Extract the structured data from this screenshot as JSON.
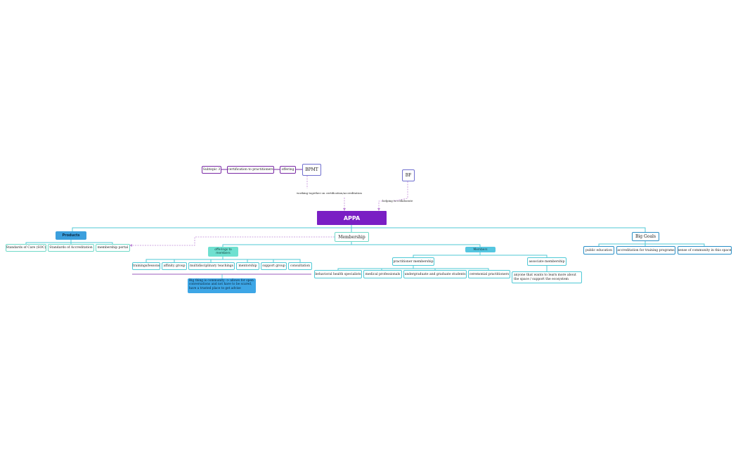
{
  "mindmap": {
    "root": "APPA",
    "products": {
      "label": "Products",
      "children": [
        "Standards of Care (SOC)",
        "Standards of Accreditation",
        "membership portal"
      ]
    },
    "membership": {
      "label": "Membership",
      "offerings": {
        "label": "offerings to members",
        "children": [
          "trainings/lessons",
          "affinity group",
          "multidisciplinary teachings",
          "mentorship",
          "support group",
          "consultation"
        ],
        "note": "Big thing is community -> allows for open conversations and not have to be scared, have a trusted place to get advise"
      },
      "members": {
        "label": "Members",
        "practitioner": {
          "label": "practitioner membership",
          "children": [
            "behavioral health specialists",
            "medical professionals",
            "undergraduate and graduate students",
            "ceremonial practitioners"
          ]
        },
        "associate": {
          "label": "associate membership",
          "children": [
            "anyone that wants to learn more about the space / support the ecosystem"
          ]
        }
      }
    },
    "big_goals": {
      "label": "Big Goals",
      "children": [
        "public education",
        "accreditation for training programs",
        "sense of community in this space"
      ]
    },
    "bpmt": {
      "label": "BPMT",
      "chain": [
        "Subtopic 3",
        "certification to practitioners",
        "offering"
      ],
      "relation": "working together on certification/accreditation"
    },
    "bf": {
      "label": "BF",
      "relation": "helping to collaborate"
    }
  },
  "colors": {
    "root": "#7a1fc4",
    "branch_line": "#4fc9d6",
    "products_fill": "#3c9fdd",
    "offerings_fill": "#6fe0d0",
    "members_fill": "#55c6e0",
    "note_fill": "#3da6e6",
    "bpmt_border": "#7a2aa6",
    "bf_border": "#6f6fcf",
    "relation_line": "#c08ad8"
  }
}
